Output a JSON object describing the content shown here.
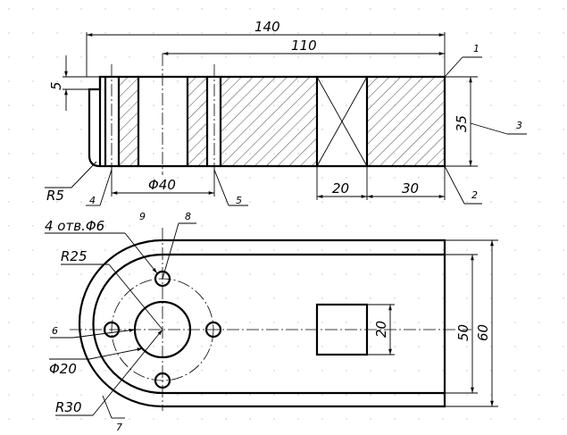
{
  "drawing": {
    "dimensions": {
      "overall_length": "140",
      "hole_to_end": "110",
      "step_height": "5",
      "thickness": "35",
      "fillet_radius": "R5",
      "hole_diameter_front": "Φ40",
      "slot_width": "20",
      "end_length": "30",
      "holes_note": "4 отв.Φ6",
      "outer_radius_inner": "R25",
      "small_hole_circle": "Φ20",
      "outer_radius": "R30",
      "square_size": "20",
      "inner_width": "50",
      "overall_width": "60"
    },
    "callouts": {
      "c1": "1",
      "c2": "2",
      "c3": "3",
      "c4": "4",
      "c5": "5",
      "c6": "6",
      "c7": "7",
      "c8": "8",
      "c9": "9"
    }
  }
}
